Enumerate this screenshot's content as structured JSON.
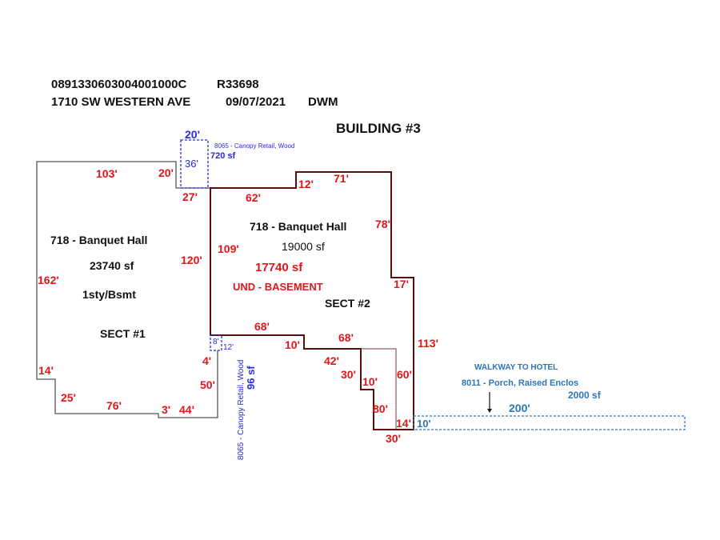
{
  "header": {
    "parcel": "0891330603004001000C",
    "account": "R33698",
    "address": "1710 SW WESTERN AVE",
    "date": "09/07/2021",
    "appraiser": "DWM",
    "building": "BUILDING #3"
  },
  "sect1": {
    "use": "718 - Banquet Hall",
    "area": "23740 sf",
    "stories": "1sty/Bsmt",
    "name": "SECT #1",
    "dims": {
      "top": "103'",
      "notch": "20'",
      "step": "27'",
      "right": "120'",
      "left": "162'",
      "bl": "14'",
      "b1": "25'",
      "b2": "76'",
      "b3": "3'",
      "b4": "44'",
      "r2": "50'",
      "r3": "4'"
    }
  },
  "sect2": {
    "use": "718 - Banquet Hall",
    "area": "19000 sf",
    "basement_area": "17740 sf",
    "basement": "UND - BASEMENT",
    "name": "SECT #2",
    "dims": {
      "top1": "62'",
      "step": "12'",
      "top2": "71'",
      "r1": "78'",
      "step2": "17'",
      "r2": "113'",
      "left": "109'",
      "b1": "68'",
      "b1s": "10'",
      "b2": "68'",
      "b2s": "42'",
      "b3": "30'",
      "b3s": "10'",
      "b4": "80'",
      "b5": "30'",
      "b6": "14'",
      "inner": "60'"
    }
  },
  "canopy1": {
    "use": "8065 - Canopy Retail, Wood",
    "area": "720 sf",
    "w": "20'",
    "h": "36'"
  },
  "canopy2": {
    "use": "8065 - Canopy Retail, Wood",
    "area": "96 sf",
    "w": "8'",
    "h": "12'"
  },
  "walkway": {
    "title": "WALKWAY TO HOTEL",
    "use": "8011 - Porch, Raised Enclos",
    "area": "2000 sf",
    "len": "200'",
    "w": "10'"
  },
  "colors": {
    "dim": "#e3151a",
    "sect2_line": "#5a0d0d",
    "canopy": "#2a2ae0",
    "walkway": "#2e75b6"
  }
}
